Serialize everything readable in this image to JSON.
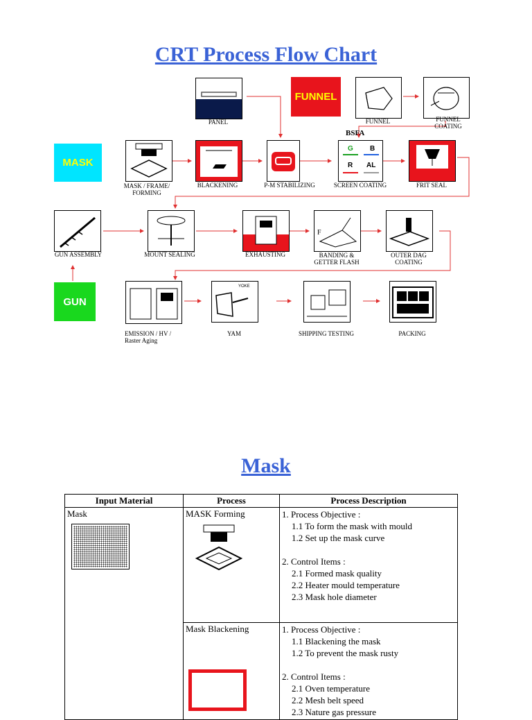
{
  "page": {
    "title": "CRT Process Flow Chart",
    "section_title": "Mask"
  },
  "flow": {
    "row1": {
      "panel": "PANEL",
      "funnel_box": "FUNNEL",
      "funnel": "FUNNEL",
      "funnel_coating": "FUNNEL\nCOATING",
      "bsfa": "BSFA"
    },
    "row2": {
      "mask_box": "MASK",
      "mask_frame_forming": "MASK / FRAME/\nFORMING",
      "blackening": "BLACKENING",
      "pm_stabilizing": "P-M STABILIZING",
      "screen_coating": "SCREEN COATING",
      "frit_seal": "FRIT SEAL",
      "screen_letters": [
        "G",
        "B",
        "R",
        "AL"
      ]
    },
    "row3": {
      "gun_assembly": "GUN ASSEMBLY",
      "mount_sealing": "MOUNT SEALING",
      "exhausting": "EXHAUSTING",
      "banding": "BANDING &\nGETTER FLASH",
      "outer_dag": "OUTER DAG\nCOATING",
      "banding_letter": "F"
    },
    "row4": {
      "gun_box": "GUN",
      "emission": "EMISSION / HV /\nRaster Aging",
      "yam": "YAM",
      "shipping_testing": "SHIPPING TESTING",
      "packing": "PACKING",
      "yoke_text": "YOKE"
    }
  },
  "colors": {
    "title_blue": "#3a62d6",
    "arrow_red": "#e03030",
    "mask_cyan": "#00e5ff",
    "funnel_red": "#e8141c",
    "gun_green": "#19d81e",
    "funnel_text_yellow": "#ffff00",
    "mask_text_yellow": "#ffff00"
  },
  "table": {
    "headers": [
      "Input Material",
      "Process",
      "Process Description"
    ],
    "rows": [
      {
        "material": "Mask",
        "process": "MASK Forming",
        "objective_title": "1. Process Objective :",
        "objectives": [
          "1.1 To form the mask with mould",
          "1.2 Set up the mask curve"
        ],
        "control_title": "2. Control Items :",
        "controls": [
          "2.1 Formed mask quality",
          "2.2 Heater mould temperature",
          "2.3 Mask hole diameter"
        ]
      },
      {
        "material": "",
        "process": "Mask Blackening",
        "objective_title": "1. Process Objective :",
        "objectives": [
          "1.1 Blackening the mask",
          "1.2 To prevent the mask rusty"
        ],
        "control_title": "2. Control Items :",
        "controls": [
          "2.1 Oven temperature",
          "2.2 Mesh belt speed",
          "2.3 Nature gas pressure"
        ]
      }
    ]
  }
}
